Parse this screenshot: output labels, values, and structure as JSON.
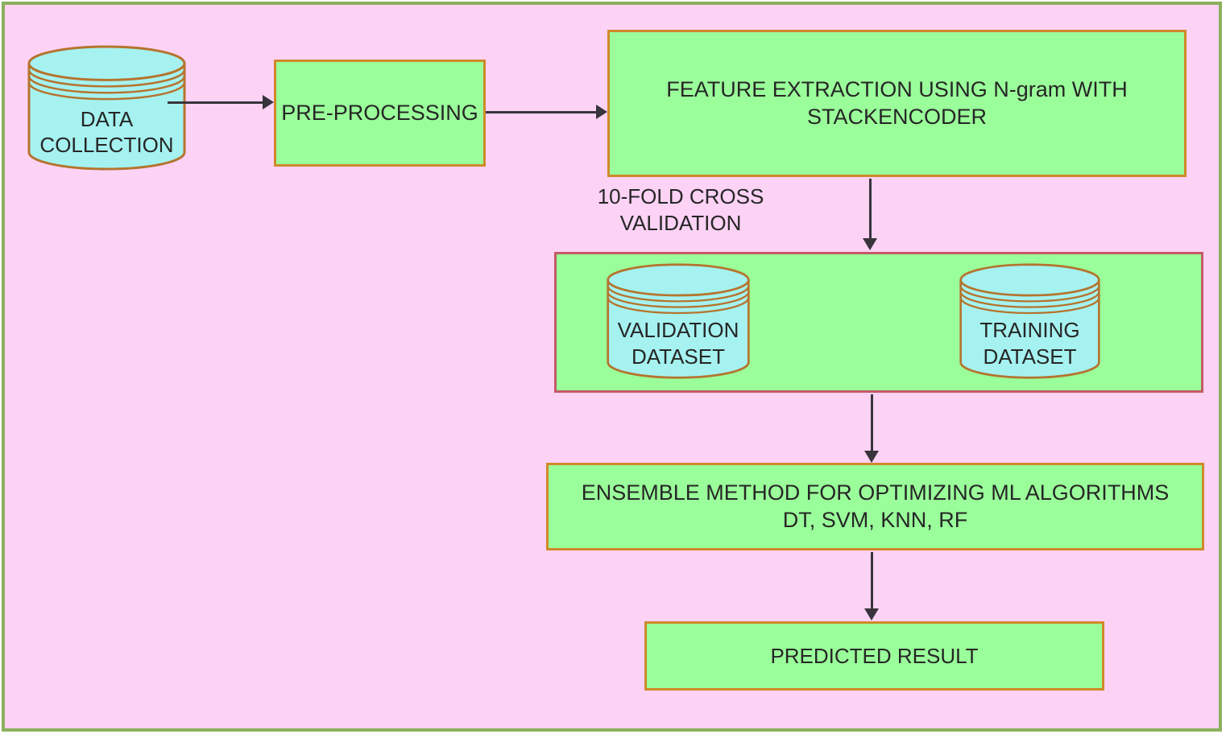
{
  "colors": {
    "page_bg": "#fcd2f5",
    "frame_border": "#8cb05e",
    "box_fill": "#9aff9a",
    "box_border": "#d0892a",
    "cylinder_fill": "#a5f2f0",
    "cylinder_border": "#b5742e",
    "dataset_border": "#c45a66",
    "arrow": "#38343c",
    "text": "#262626"
  },
  "nodes": {
    "data_collection": {
      "label": "DATA\nCOLLECTION",
      "shape": "cylinder"
    },
    "preprocessing": {
      "label": "PRE-PROCESSING",
      "shape": "rect"
    },
    "feature_extraction": {
      "label": "FEATURE EXTRACTION USING N-gram WITH\nSTACKENCODER",
      "shape": "rect"
    },
    "dataset_group": {
      "shape": "rect-container"
    },
    "validation_dataset": {
      "label": "VALIDATION\nDATASET",
      "shape": "cylinder"
    },
    "training_dataset": {
      "label": "TRAINING\nDATASET",
      "shape": "cylinder"
    },
    "ensemble_method": {
      "label": "ENSEMBLE METHOD FOR OPTIMIZING ML ALGORITHMS\nDT, SVM, KNN, RF",
      "shape": "rect"
    },
    "predicted_result": {
      "label": "PREDICTED RESULT",
      "shape": "rect"
    }
  },
  "edges": [
    {
      "from": "data_collection",
      "to": "preprocessing",
      "label": ""
    },
    {
      "from": "preprocessing",
      "to": "feature_extraction",
      "label": ""
    },
    {
      "from": "feature_extraction",
      "to": "dataset_group",
      "label": "10-FOLD CROSS\nVALIDATION"
    },
    {
      "from": "dataset_group",
      "to": "ensemble_method",
      "label": ""
    },
    {
      "from": "ensemble_method",
      "to": "predicted_result",
      "label": ""
    }
  ]
}
